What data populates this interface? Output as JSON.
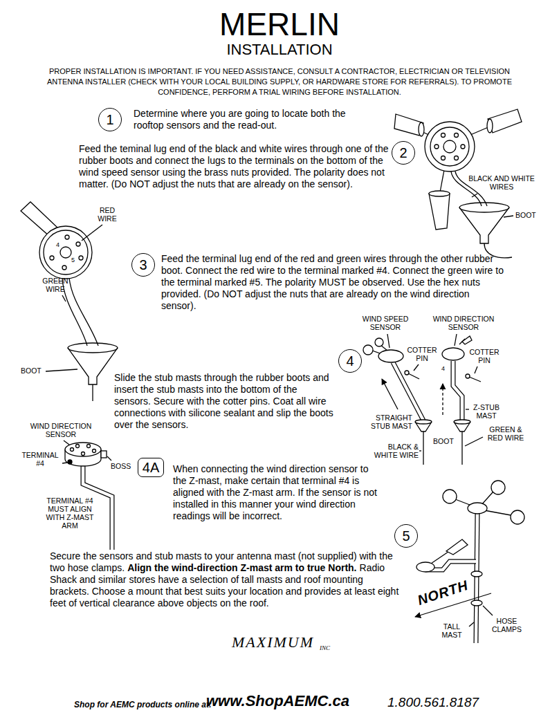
{
  "diagram": {
    "title": "MERLIN",
    "nodes": [
      {
        "text": [
          "1"
        ]
      },
      {
        "text": [
          "2"
        ]
      },
      {
        "text": [
          "3"
        ]
      },
      {
        "text": [
          "4"
        ]
      },
      {
        "text": [
          "4A"
        ]
      },
      {
        "text": [
          "5"
        ]
      }
    ],
    "labels": [
      "INSTALLATION",
      "PROPER INSTALLATION IS IMPORTANT. IF YOU NEED ASSISTANCE, CONSULT A CONTRACTOR, ELECTRICIAN OR TELEVISION ANTENNA INSTALLER (CHECK WITH YOUR LOCAL BUILDING SUPPLY, OR HARDWARE STORE FOR REFERRALS). TO PROMOTE CONFIDENCE, PERFORM A TRIAL WIRING BEFORE INSTALLATION.",
      "Determine where you are going to locate both the rooftop sensors and the read-out.",
      "Feed the teminal lug end of the black and white wires through one of the rubber boots and connect the lugs to the terminals on the bottom of the wind speed sensor using the brass nuts provided. The polarity does not matter. (Do NOT adjust the nuts that are already on the sensor).",
      "BLACK AND WHITE WIRES",
      "BOOT",
      "RED WIRE",
      "4",
      "5",
      "GREEN WIRE",
      "BOOT",
      "Feed the terminal lug end of the red and green wires through the other rubber boot. Connect the red wire to the terminal marked #4. Connect the green wire to the terminal marked #5. The polarity MUST be observed. Use the hex nuts provided. (Do NOT adjust the nuts that are already on the wind direction sensor).",
      "Slide the stub masts through the rubber boots and insert the stub masts into the bottom of the sensors. Secure with the cotter pins. Coat all wire connections with silicone sealant and slip the boots over the sensors.",
      "WIND SPEED SENSOR",
      "WIND DIRECTION SENSOR",
      "COTTER PIN",
      "COTTER PIN",
      "4",
      "Z-STUB MAST",
      "STRAIGHT STUB MAST",
      "GREEN & RED WIRE",
      "BOOT",
      "BLACK & WHITE WIRE",
      "WIND DIRECTION SENSOR",
      "TERMINAL #4",
      "BOSS",
      "TERMINAL #4 MUST ALIGN WITH Z-MAST ARM",
      "When connecting the wind direction sensor to the Z-mast, make certain that terminal #4 is aligned with the Z-mast arm. If the sensor is not installed in this manner your wind direction readings will be incorrect.",
      "Secure the sensors and stub masts to your antenna mast (not supplied) with the two hose clamps.",
      "Align the wind-direction Z-mast arm to true North.",
      "Radio Shack and similar stores have a selection of tall masts and roof mounting brackets. Choose a mount that best suits your location and provides at least eight feet of vertical clearance above objects on the roof.",
      "NORTH",
      "TALL MAST",
      "HOSE CLAMPS",
      "MAXIMUM",
      "INC",
      "Shop for AEMC products online at:",
      "www.ShopAEMC.ca",
      "1.800.561.8187"
    ]
  }
}
